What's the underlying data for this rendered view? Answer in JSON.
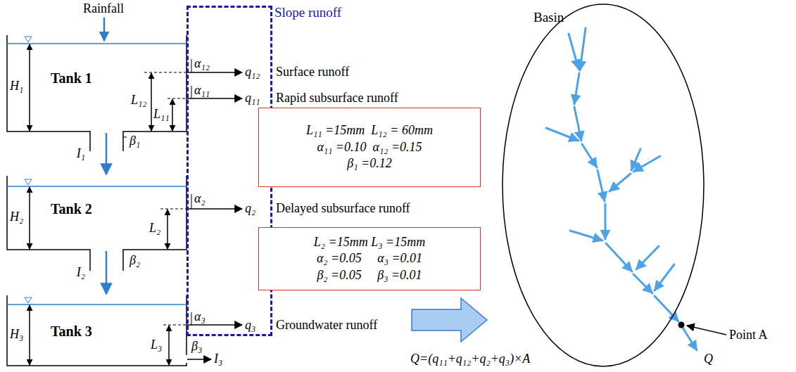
{
  "diagram": {
    "nodes": [
      {
        "text": [
          "Slope runoff"
        ]
      },
      {
        "text": [
          "Tank 1"
        ]
      },
      {
        "text": [
          "Tank 2"
        ]
      },
      {
        "text": [
          "Tank 3"
        ]
      },
      {
        "text": [
          "L₁₁ =15mm  L₁₂ = 60mm",
          "α₁₁ =0.10  α₁₂ =0.15",
          "β₁ =0.12"
        ]
      },
      {
        "text": [
          "L₂ =15mm L₃ =15mm",
          "α₂ =0.05     α₃ =0.01",
          "β₂ =0.05     β₃ =0.01"
        ]
      },
      {
        "text": [
          "Basin"
        ]
      }
    ],
    "edges": [
      {
        "from": 1,
        "to": 2,
        "arrow": "to",
        "label": "I₁"
      },
      {
        "from": 2,
        "to": 3,
        "arrow": "to",
        "label": "I₂"
      }
    ],
    "labels": [
      "Rainfall",
      "H₁",
      "L₁₂",
      "L₁₁",
      "α₁₂",
      "q₁₂",
      "Surface runoff",
      "α₁₁",
      "q₁₁",
      "Rapid subsurface runoff",
      "β₁",
      "H₂",
      "α₂",
      "q₂",
      "Delayed subsurface runoff",
      "L₂",
      "β₂",
      "H₃",
      "α₃",
      "q₃",
      "Groundwater runoff",
      "L₃",
      "β₃",
      "I₃",
      "Q=(q₁₁+q₁₂+q₂+q₃)×A",
      "Point A",
      "Q"
    ]
  }
}
